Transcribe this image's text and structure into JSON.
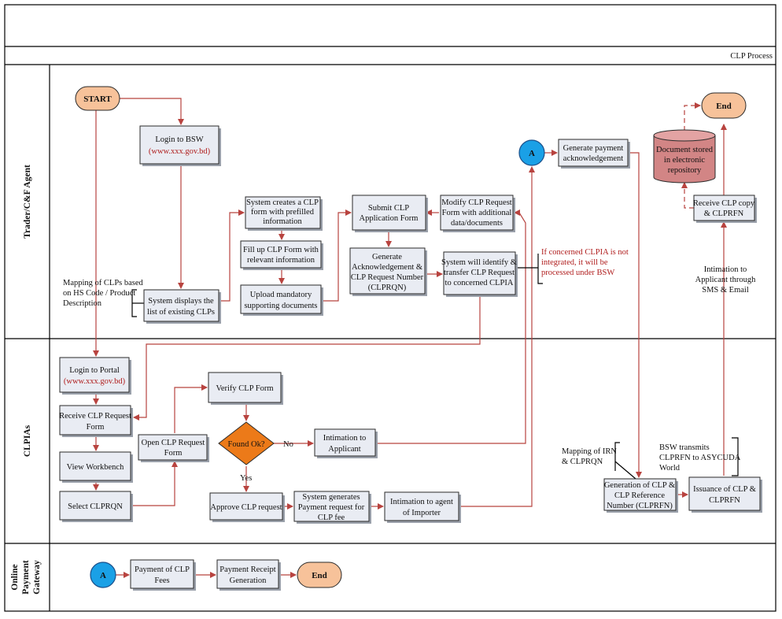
{
  "title": "CLP Process",
  "lanes": {
    "trader": "Trader/C&F Agent",
    "clpias": "CLPIAs",
    "gateway_1": "Online",
    "gateway_2": "Payment",
    "gateway_3": "Gateway"
  },
  "nodes": {
    "start": "START",
    "login_bsw_1": "Login to BSW",
    "login_bsw_url": "(www.xxx.gov.bd)",
    "sys_display_1": "System displays the",
    "sys_display_2": "list of existing CLPs",
    "sys_create_1": "System creates a CLP",
    "sys_create_2": "form with prefilled",
    "sys_create_3": "information",
    "fill_up_1": "Fill up CLP Form with",
    "fill_up_2": "relevant information",
    "upload_1": "Upload mandatory",
    "upload_2": "supporting documents",
    "submit_1": "Submit CLP",
    "submit_2": "Application Form",
    "gen_ack_1": "Generate",
    "gen_ack_2": "Acknowledgement &",
    "gen_ack_3": "CLP Request Number",
    "gen_ack_4": "(CLPRQN)",
    "modify_1": "Modify CLP Request",
    "modify_2": "Form with additional",
    "modify_3": "data/documents",
    "identify_1": "System will identify &",
    "identify_2": "transfer CLP Request",
    "identify_3": "to concerned CLPIA",
    "connector_a": "A",
    "gen_payment_1": "Generate payment",
    "gen_payment_2": "acknowledgement",
    "doc_stored_1": "Document stored",
    "doc_stored_2": "in electronic",
    "doc_stored_3": "repository",
    "end": "End",
    "receive_copy_1": "Receive CLP copy",
    "receive_copy_2": "& CLPRFN",
    "login_portal_1": "Login to Portal",
    "login_portal_url": "(www.xxx.gov.bd)",
    "receive_req_1": "Receive CLP Request",
    "receive_req_2": "Form",
    "view_wb": "View Workbench",
    "select_rqn": "Select CLPRQN",
    "open_req_1": "Open CLP Request",
    "open_req_2": "Form",
    "verify": "Verify CLP Form",
    "found_ok": "Found Ok?",
    "no": "No",
    "yes": "Yes",
    "intim_app_1": "Intimation to",
    "intim_app_2": "Applicant",
    "approve": "Approve CLP request",
    "sys_gen_1": "System generates",
    "sys_gen_2": "Payment request for",
    "sys_gen_3": "CLP fee",
    "intim_agent_1": "Intimation to agent",
    "intim_agent_2": "of Importer",
    "gen_ref_1": "Generation of  CLP &",
    "gen_ref_2": "CLP Reference",
    "gen_ref_3": "Number (CLPRFN)",
    "issuance_1": "Issuance of CLP &",
    "issuance_2": "CLPRFN",
    "payment_fees_1": "Payment of CLP",
    "payment_fees_2": "Fees",
    "payment_receipt_1": "Payment Receipt",
    "payment_receipt_2": "Generation"
  },
  "notes": {
    "mapping_clp_1": "Mapping of CLPs based",
    "mapping_clp_2": "on HS Code / Product",
    "mapping_clp_3": "Description",
    "not_integrated_1": "If concerned CLPIA is not",
    "not_integrated_2": "integrated, it will be",
    "not_integrated_3": "processed under BSW",
    "intimation_sms_1": "Intimation to",
    "intimation_sms_2": "Applicant through",
    "intimation_sms_3": "SMS & Email",
    "mapping_irn_1": "Mapping of IRN",
    "mapping_irn_2": "& CLPRQN",
    "bsw_transmits_1": "BSW transmits",
    "bsw_transmits_2": "CLPRFN to ASYCUDA",
    "bsw_transmits_3": "World"
  },
  "colors": {
    "box_fill": "#e9ecf3",
    "arrow": "#b8433f",
    "terminal": "#f7c29a",
    "connector": "#1aa0e6",
    "decision": "#ec7a19",
    "repository": "#d28585",
    "url_text": "#b01e1e"
  }
}
